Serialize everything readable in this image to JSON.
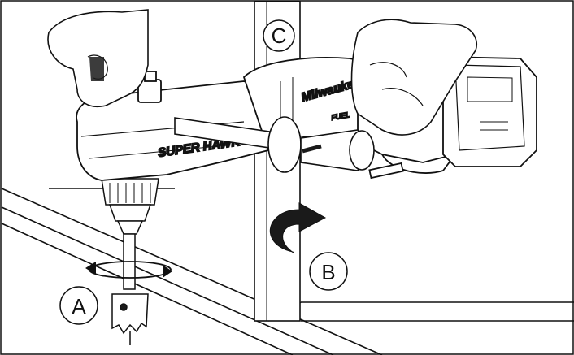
{
  "callouts": {
    "a": "A",
    "b": "B",
    "c": "C"
  },
  "tool_text": {
    "side_text": "SUPER HAWK",
    "brand": "Milwaukee",
    "sub_brand": "FUEL"
  },
  "colors": {
    "line": "#111111",
    "fill_light": "#ffffff",
    "shade": "#d8d8d8",
    "dark": "#1a1a1a"
  }
}
